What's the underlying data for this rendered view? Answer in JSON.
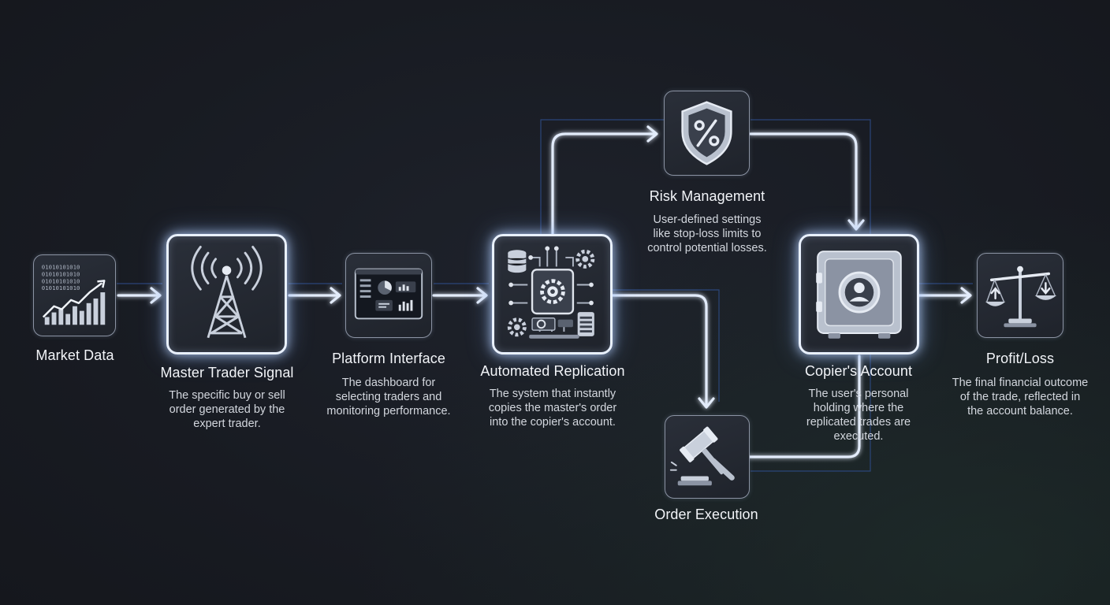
{
  "colors": {
    "background": "#181b22",
    "glow": "#e9f1ff",
    "accent_blue": "#3a5ea8",
    "text": "#f2f4f8",
    "subtext": "#d3d7de"
  },
  "nodes": {
    "market_data": {
      "title": "Market Data",
      "icon": "chart-icon"
    },
    "master_trader_signal": {
      "title": "Master Trader Signal",
      "desc": [
        "The specific buy or sell",
        "order generated by the",
        "expert trader."
      ],
      "icon": "antenna-tower-icon"
    },
    "platform_interface": {
      "title": "Platform Interface",
      "desc": [
        "The dashboard for",
        "selecting traders and",
        "monitoring performance."
      ],
      "icon": "dashboard-icon"
    },
    "automated_replication": {
      "title": "Automated Replication",
      "desc": [
        "The system that instantly",
        "copies the master's order",
        "into the copier's account."
      ],
      "icon": "replication-engine-icon"
    },
    "risk_management": {
      "title": "Risk Management",
      "desc": [
        "User-defined settings",
        "like stop-loss limits to",
        "control potential losses."
      ],
      "icon": "shield-percent-icon"
    },
    "order_execution": {
      "title": "Order Execution",
      "icon": "gavel-icon"
    },
    "copiers_account": {
      "title": "Copier's Account",
      "desc": [
        "The user's personal",
        "holding where the",
        "replicated trades are",
        "executed."
      ],
      "icon": "safe-vault-icon"
    },
    "profit_loss": {
      "title": "Profit/Loss",
      "desc": [
        "The final financial outcome",
        "of the trade, reflected in",
        "the account balance."
      ],
      "icon": "balance-scale-icon"
    }
  },
  "market_binary": [
    "01010101010",
    "01010101010",
    "01010101010",
    "01010101010"
  ]
}
